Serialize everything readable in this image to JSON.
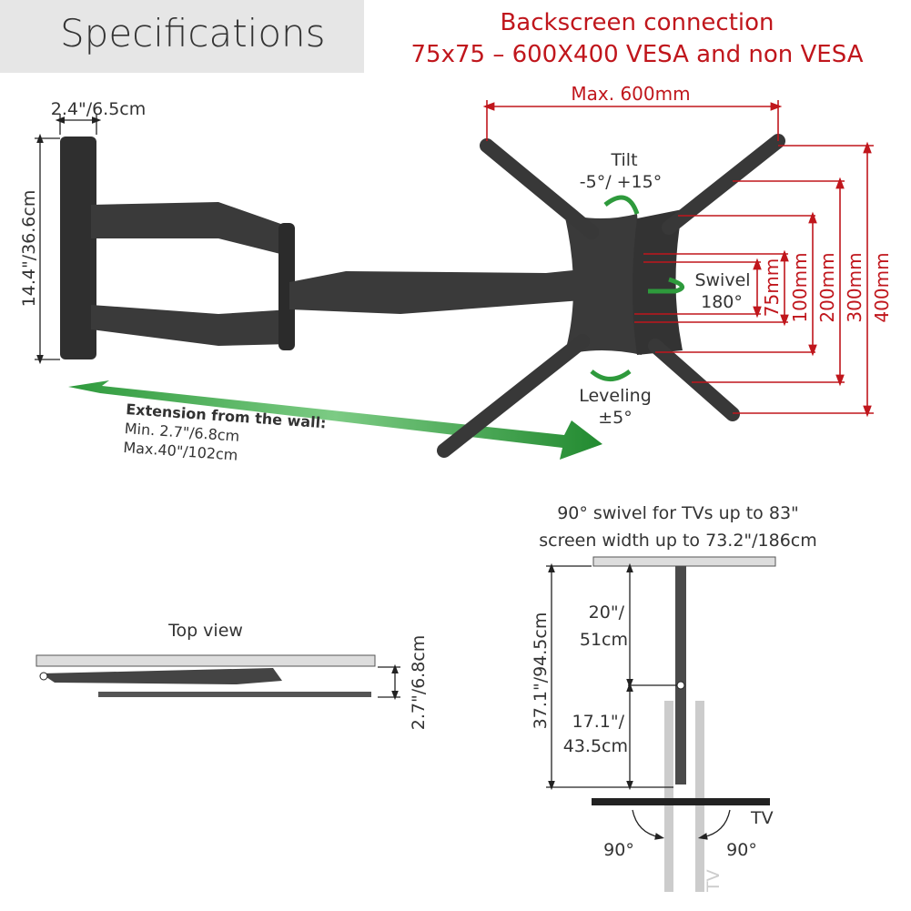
{
  "header": {
    "title": "Specifications",
    "backscreen_line1": "Backscreen connection",
    "backscreen_line2": "75x75 – 600X400 VESA and non VESA"
  },
  "main_view": {
    "width_label": "2.4\"/6.5cm",
    "height_label": "14.4\"/36.6cm",
    "max_width_label": "Max. 600mm",
    "tilt_label": "Tilt",
    "tilt_value": "-5°/ +15°",
    "swivel_label": "Swivel",
    "swivel_value": "180°",
    "leveling_label": "Leveling",
    "leveling_value": "±5°",
    "vesa_heights": [
      "75mm",
      "100mm",
      "200mm",
      "300mm",
      "400mm"
    ],
    "extension_title": "Extension from the wall:",
    "extension_min": "Min. 2.7\"/6.8cm",
    "extension_max": "Max.40\"/102cm"
  },
  "top_view": {
    "title": "Top view",
    "depth_label": "2.7\"/6.8cm"
  },
  "swivel_view": {
    "line1": "90° swivel for TVs up to 83\"",
    "line2": "screen width up to 73.2\"/186cm",
    "total_label": "37.1\"/94.5cm",
    "upper_in": "20\"/",
    "upper_cm": "51cm",
    "lower_in": "17.1\"/",
    "lower_cm": "43.5cm",
    "tv_label": "TV",
    "tv_label_rotated": "TV",
    "angle_left": "90°",
    "angle_right": "90°"
  },
  "colors": {
    "accent_red": "#c0161c",
    "arrow_green": "#2e9a3c"
  }
}
